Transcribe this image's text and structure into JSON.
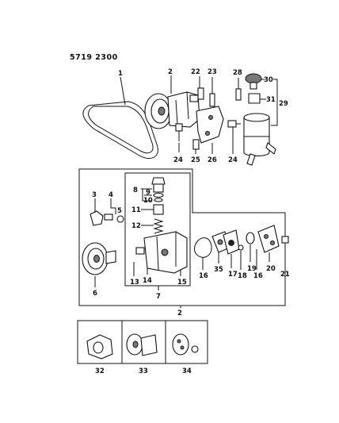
{
  "diagram_code": "5719 2300",
  "callouts": {
    "c1": "1",
    "c2": "2",
    "c22": "22",
    "c23": "23",
    "c28": "28",
    "c30": "30",
    "c31": "31",
    "c29": "29",
    "c24a": "24",
    "c25": "25",
    "c26": "26",
    "c24b": "24",
    "c8": "8",
    "c9": "9",
    "c10": "10",
    "c11": "11",
    "c12": "12",
    "c3": "3",
    "c4": "4",
    "c5": "5",
    "c6": "6",
    "c14": "14",
    "c13": "13",
    "c15": "15",
    "c7": "7",
    "c16a": "16",
    "c35": "35",
    "c17": "17",
    "c18": "18",
    "c19": "19",
    "c16b": "16",
    "c20": "20",
    "c21": "21",
    "c2b": "2",
    "c32": "32",
    "c33": "33",
    "c34": "34"
  }
}
